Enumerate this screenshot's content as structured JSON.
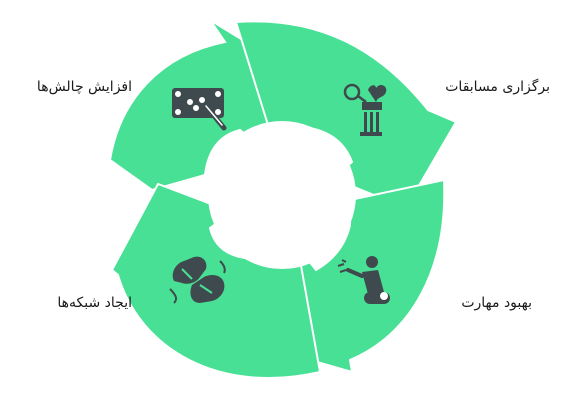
{
  "cycle": {
    "steps": [
      {
        "label": "افزایش چالش‌ها",
        "icon": "billiard-icon"
      },
      {
        "label": "برگزاری مسابقات",
        "icon": "trophy-icon"
      },
      {
        "label": "بهبود مهارت",
        "icon": "player-icon"
      },
      {
        "label": "ایجاد شبکه‌ها",
        "icon": "handshake-icon"
      }
    ]
  },
  "colors": {
    "ring": "#48e095",
    "icon": "#3f4a4e",
    "background": "#ffffff"
  }
}
